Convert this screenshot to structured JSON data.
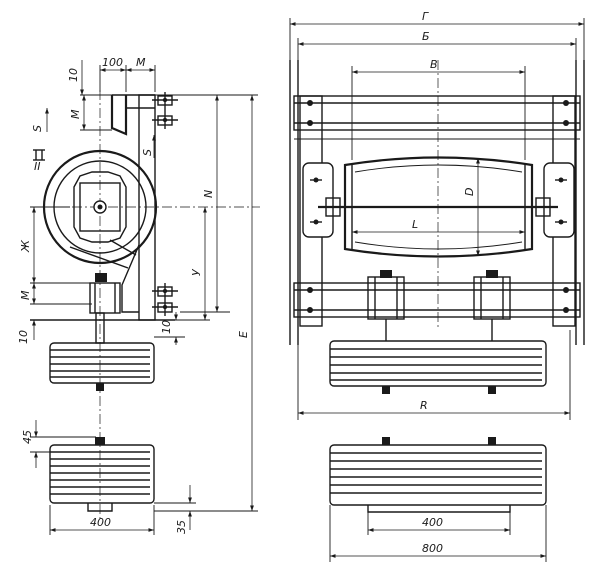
{
  "labels": {
    "g": "Г",
    "b": "Б",
    "v": "В",
    "d": "D",
    "l": "L",
    "r": "R",
    "e": "E",
    "n": "N",
    "u": "У",
    "zh": "Ж",
    "m_top": "М",
    "m_side": "М",
    "m_low": "М",
    "s_left": "S",
    "s_mid": "S",
    "roman": "II"
  },
  "dimensions": {
    "d100": "100",
    "d10_top": "10",
    "d10_left": "10",
    "d10_right": "10",
    "d45": "45",
    "d400_left": "400",
    "d35": "35",
    "d400_right": "400",
    "d800": "800"
  }
}
